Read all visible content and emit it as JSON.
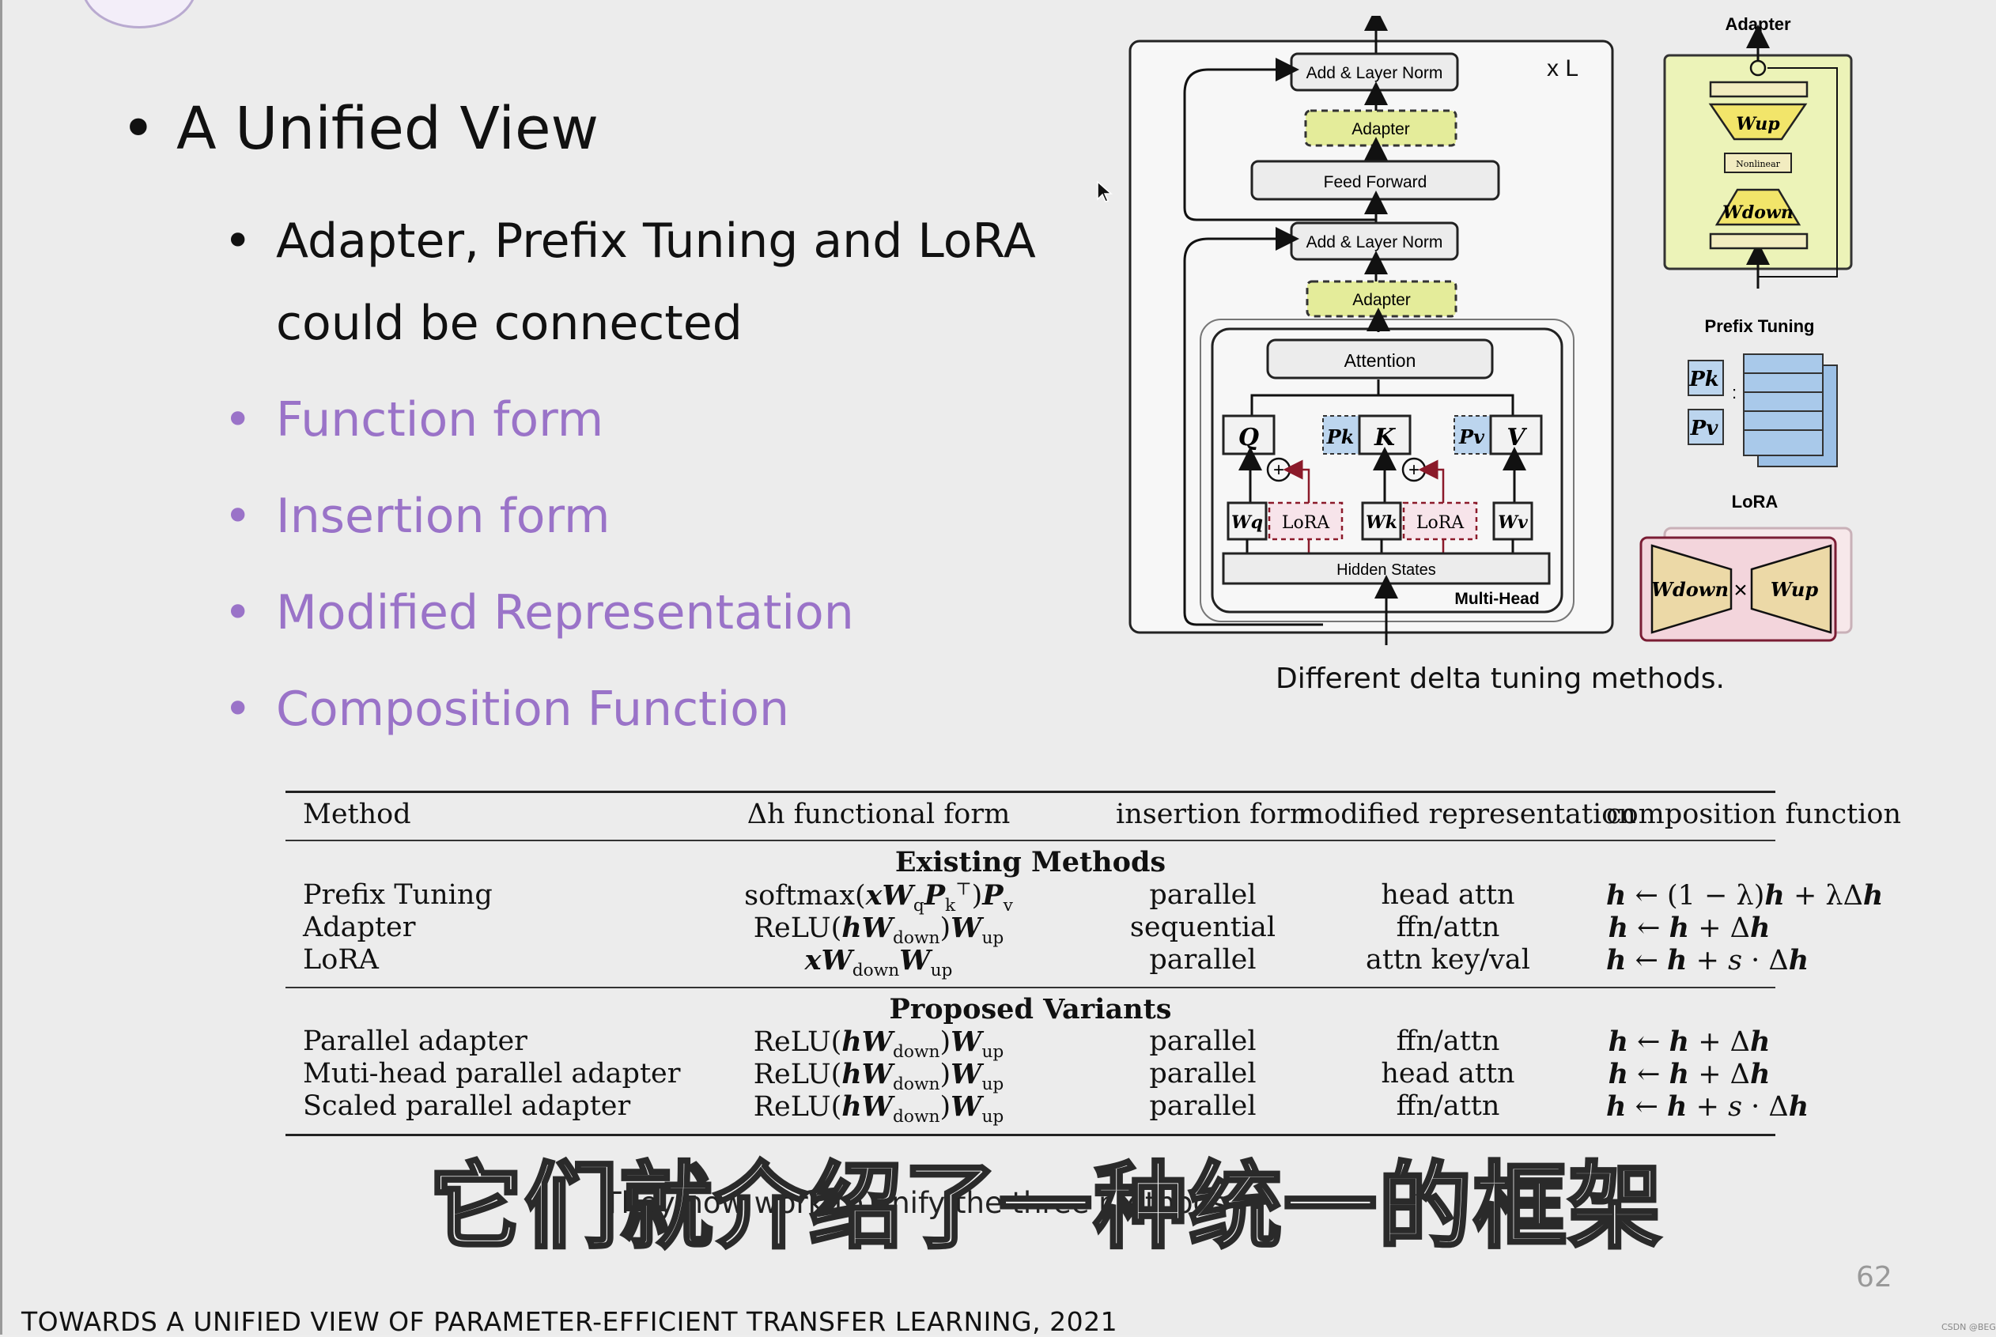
{
  "bullets": {
    "title": "A Unified View",
    "sub1_line1": "Adapter, Prefix Tuning and LoRA",
    "sub1_line2": "could be connected",
    "items": [
      "Function form",
      "Insertion form",
      "Modified Representation",
      "Composition Function"
    ]
  },
  "diagram": {
    "caption": "Different delta tuning methods.",
    "xl": "x L",
    "add_norm_top": "Add & Layer Norm",
    "adapter_top": "Adapter",
    "feed_forward": "Feed Forward",
    "add_norm_mid": "Add & Layer Norm",
    "adapter_mid": "Adapter",
    "attention": "Attention",
    "q": "Q",
    "k": "K",
    "v": "V",
    "pk": "Pk",
    "pv": "Pv",
    "wq": "Wq",
    "wk": "Wk",
    "wv": "Wv",
    "lora": "LoRA",
    "hidden_states": "Hidden States",
    "multi_head": "Multi-Head",
    "adapter_panel_title": "Adapter",
    "wup": "Wup",
    "wdown": "Wdown",
    "nonlinear": "Nonlinear",
    "prefix_title": "Prefix Tuning",
    "lora_title": "LoRA",
    "times": "×"
  },
  "table": {
    "headers": {
      "method": "Method",
      "form": "Δh functional form",
      "insertion": "insertion form",
      "representation": "modified representation",
      "composition": "composition function"
    },
    "section_existing": "Existing Methods",
    "section_proposed": "Proposed Variants",
    "rows": [
      {
        "method": "Prefix Tuning",
        "insertion": "parallel",
        "representation": "head attn"
      },
      {
        "method": "Adapter",
        "insertion": "sequential",
        "representation": "ffn/attn"
      },
      {
        "method": "LoRA",
        "insertion": "parallel",
        "representation": "attn key/val"
      },
      {
        "method": "Parallel adapter",
        "insertion": "parallel",
        "representation": "ffn/attn"
      },
      {
        "method": "Muti-head parallel adapter",
        "insertion": "parallel",
        "representation": "head attn"
      },
      {
        "method": "Scaled parallel adapter",
        "insertion": "parallel",
        "representation": "ffn/attn"
      }
    ]
  },
  "subtitle_en": "They now work to unify the three methods",
  "subtitle_cn": "它们就介绍了一种统一的框架",
  "page_number": "62",
  "footer": "TOWARDS A UNIFIED VIEW OF PARAMETER-EFFICIENT TRANSFER LEARNING, 2021",
  "watermark": "CSDN @BEGE"
}
